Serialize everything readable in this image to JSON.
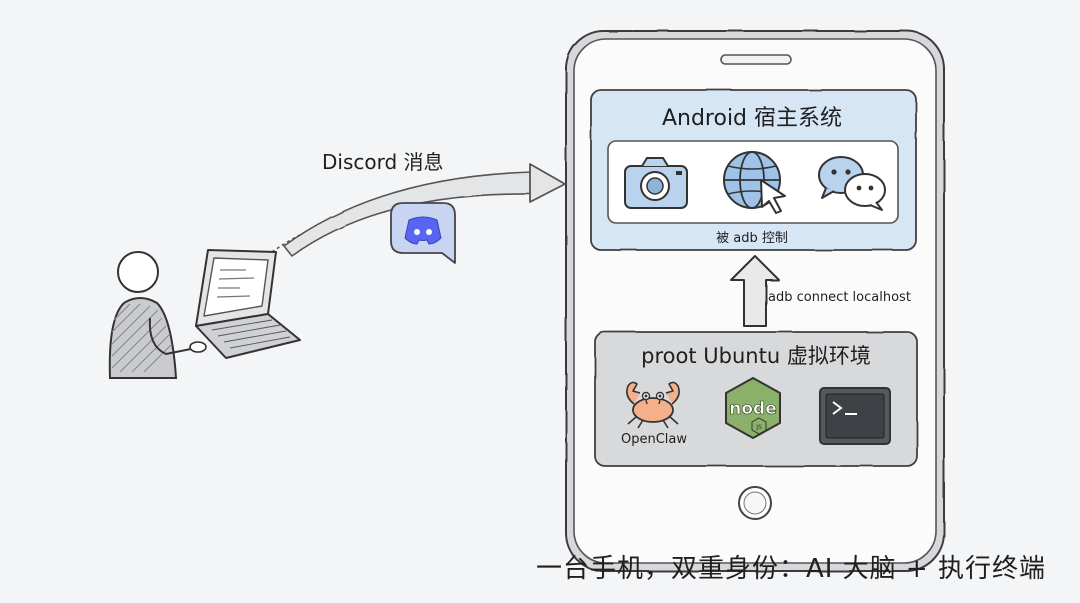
{
  "android": {
    "title": "Android 宿主系统",
    "caption": "被 adb 控制",
    "icons": [
      "camera-icon",
      "globe-cursor-icon",
      "wechat-icon"
    ]
  },
  "connection": {
    "label": "adb connect localhost"
  },
  "proot": {
    "title": "proot Ubuntu 虚拟环境",
    "openclaw_label": "OpenClaw",
    "icons": [
      "openclaw-crab-icon",
      "nodejs-icon",
      "terminal-icon"
    ]
  },
  "message": {
    "label": "Discord 消息",
    "icon": "discord-icon"
  },
  "tagline": "一台手机，双重身份：AI 大脑 + 执行终端",
  "colors": {
    "android_panel": "#d6e6f5",
    "proot_panel": "#d8d9db",
    "phone_frame": "#ffffff",
    "discord_blue": "#5865f2",
    "node_green": "#8bb06a"
  }
}
